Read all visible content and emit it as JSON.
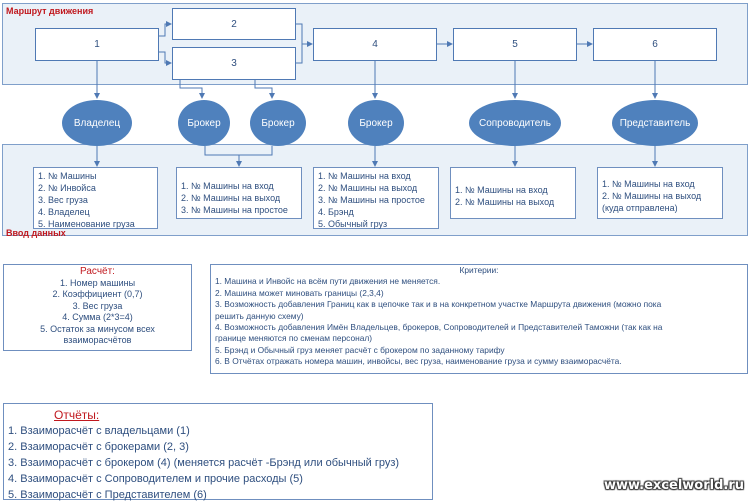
{
  "route": {
    "title": "Маршрут движения",
    "nodes": [
      "1",
      "2",
      "3",
      "4",
      "5",
      "6"
    ]
  },
  "roles": [
    "Владелец",
    "Брокер",
    "Брокер",
    "Брокер",
    "Сопроводитель",
    "Представитель"
  ],
  "input": {
    "title": "Ввод данных",
    "boxes": [
      [
        "1. № Машины",
        "2. № Инвойса",
        "3. Вес груза",
        "4. Владелец",
        "5. Наименование груза"
      ],
      [
        "1. № Машины на вход",
        "2. № Машины на выход",
        "3. № Машины на простое"
      ],
      [
        "1. № Машины на вход",
        "2. № Машины на выход",
        "3. № Машины на простое",
        "4. Брэнд",
        "5. Обычный груз"
      ],
      [
        "1. № Машины на вход",
        "2. № Машины на выход"
      ],
      [
        "1. № Машины на вход",
        "2. № Машины на выход",
        "(куда отправлена)"
      ]
    ]
  },
  "calc": {
    "title": "Расчёт:",
    "items": [
      "1. Номер машины",
      "2. Коэффициент (0,7)",
      "3. Вес груза",
      "4. Сумма (2*3=4)",
      "5. Остаток за минусом всех",
      "взаиморасчётов"
    ]
  },
  "criteria": {
    "title": "Критерии:",
    "items": [
      "1. Машина и Инвойс на всём пути движения не меняется.",
      "2. Машина может миновать границы (2,3,4)",
      "3. Возможность добавления Границ как в цепочке так и в на конкретном участке Маршрута движения (можно пока",
      "решить данную схему)",
      "4. Возможность добавления Имён Владельцев, брокеров, Сопроводителей и Представителей Таможни (так как на",
      "границе меняются по сменам персонал)",
      "5. Брэнд и Обычный груз меняет расчёт с брокером по заданному тарифу",
      "6. В Отчётах отражать номера машин, инвойсы, вес груза, наименование груза и сумму взаиморасчёта."
    ]
  },
  "reports": {
    "title": "Отчёты:",
    "items": [
      "1. Взаиморасчёт с владельцами (1)",
      "2. Взаиморасчёт с брокерами (2, 3)",
      "3. Взаиморасчёт с брокером (4) (меняется расчёт -Брэнд или обычный груз)",
      "4. Взаиморасчёт с Сопроводителем и прочие расходы (5)",
      "5. Взаиморасчёт с Представителем (6)"
    ]
  },
  "watermark": "www.excelworld.ru",
  "colors": {
    "accent": "#4f81bd",
    "title_red": "#c0181e",
    "text": "#2f4f7f"
  }
}
